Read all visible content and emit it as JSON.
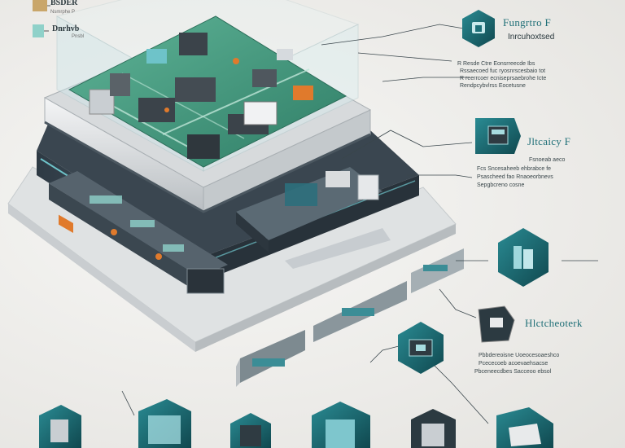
{
  "legend": {
    "item1_title": "BSDER",
    "item1_sub": "Nsmrphe P",
    "item2_title": "Dnrhvb",
    "item2_sub": "Pnsbl"
  },
  "callouts": [
    {
      "title": "Fungrtro F",
      "subtitle": "Inrcuhoxtsed",
      "lines": [
        "R Resde Ctre Eonsrreecde Ibs",
        "Rssaecoed fuc ryosnrscesbaio tot",
        "R reerrcoer ecniseprsaebrohe Icte",
        "Rendpcybvlrss Eocetusne"
      ]
    },
    {
      "title": "Jltcaicy F",
      "subtitle": "",
      "lines": [
        "Fsnoeab aeco",
        "Fcs Sncesaheeb ehbrabce fe",
        "Psascheed fao Rnaoeorbnevs",
        "Sepgbcreno cosne"
      ]
    },
    {
      "title": "",
      "subtitle": "",
      "lines": []
    },
    {
      "title": "Hlctcheoterk",
      "subtitle": "",
      "lines": [
        "Pbbdereoisne Uoeocesoaeshco",
        "Pcececoeb acoevaehsacse",
        "Pbceneecdbes Sacceoo ebsol"
      ]
    }
  ],
  "colors": {
    "teal": "#1d6f78",
    "tealDark": "#12464d",
    "pcb": "#3f9b7e",
    "accent": "#e07a2c",
    "frame": "#c9cdd0"
  }
}
